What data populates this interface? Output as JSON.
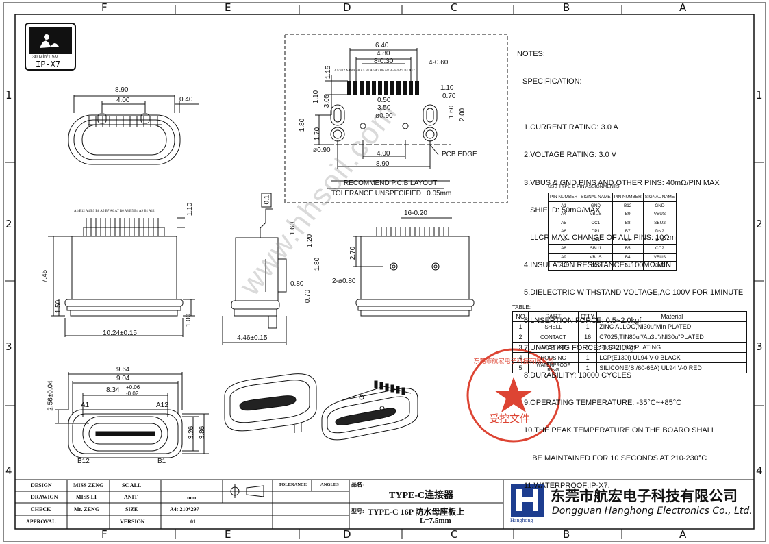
{
  "zones_top": [
    "F",
    "E",
    "D",
    "C",
    "B",
    "A"
  ],
  "zones_side": [
    "1",
    "2",
    "3",
    "4"
  ],
  "logo": {
    "line1": "30 Min/1.5M",
    "line2": "IP-X7"
  },
  "notes": {
    "header": "NOTES:",
    "spec": "SPECIFICATION:",
    "items": [
      "1.CURRENT RATING: 3.0 A",
      "2.VOLTAGE RATING: 3.0 V",
      "3.VBUS & GND PINS AND OTHER PINS: 40mΩ/PIN MAX",
      "   SHIELD: 50mΩ/MAX",
      "   LLCR MAX. CHANGE OF ALL PINS: 10Ωm",
      "4.INSULATION RESISTANCE:  100MΩ MIN",
      "5.DIELECTRIC WITHSTAND VOLTAGE,AC 100V FOR 1MINUTE",
      "6.LNSERTION FORCE: 0.5~2.0kgf",
      "7.UNMATING FORCE: 0.8-2.0kgf",
      "8.DURABILITY: 10000 CYCLES",
      "9.OPERATING TEMPERATURE: -35°C~+85°C",
      "10.THE PEAK TEMPERATURE ON THE BOARO SHALL",
      "    BE MAINTAINED FOR 10 SECONDS AT 210-230°C",
      "11.WATERPROOF:IP-X7."
    ]
  },
  "pin_table": {
    "title": "USB TYPE C PIN ASSIGNMENTS",
    "headers": [
      "PIN NUMBER",
      "SIGNAL NAME",
      "PIN NUMBER",
      "SIGNAL NAME"
    ],
    "rows": [
      [
        "A1",
        "GND",
        "B12",
        "GND"
      ],
      [
        "A4",
        "VBUS",
        "B9",
        "VBUS"
      ],
      [
        "A5",
        "CC1",
        "B8",
        "SBU2"
      ],
      [
        "A6",
        "DP1",
        "B7",
        "DN2"
      ],
      [
        "A7",
        "DN1",
        "B6",
        "DP2"
      ],
      [
        "A8",
        "SBU1",
        "B5",
        "CC2"
      ],
      [
        "A9",
        "VBUS",
        "B4",
        "VBUS"
      ],
      [
        "A12",
        "GND",
        "B1",
        "GND"
      ]
    ]
  },
  "material_table": {
    "title": "TABLE:",
    "headers": [
      "NO",
      "PART",
      "Q'TY",
      "Material"
    ],
    "rows": [
      [
        "1",
        "SHELL",
        "1",
        "ZINC  ALLOG,NI30u\"Min  PLATED"
      ],
      [
        "2",
        "CONTACT",
        "16",
        "C7025,TIN80u\"/Au3u\"/NI30u\"PLATED"
      ],
      [
        "3",
        "MID PLATE",
        "1",
        "SUS301,NO  PLATING"
      ],
      [
        "4",
        "HOUSING",
        "1",
        "LCP(E130i)  UL94  V-0  BLACK"
      ],
      [
        "5",
        "WATERPROOF RING",
        "1",
        "SILICONE(SI/60-65A)  UL94  V-0  RED"
      ]
    ]
  },
  "pcb_layout": {
    "title": "RECOMMEND P.C.B LAYOUT",
    "tolerance": "TOLERANCE  UNSPECIFIED ±0.05mm",
    "edge": "PCB EDGE",
    "dims": [
      "6.40",
      "4.80",
      "8-0.30",
      "4-0.60",
      "1.15",
      "1.10",
      "3.05",
      "1.10",
      "0.70",
      "0.50",
      "3.50",
      "ø0.90",
      "1.60",
      "2.00",
      "1.80",
      "1.70",
      "ø0.90",
      "4.00",
      "8.90"
    ],
    "pin_row": "A1/B12 A4/B9 B8 A5 B7 A6 A7 B6 A8 B5 B4 A9 B1 A12"
  },
  "top_view": {
    "dims": [
      "8.90",
      "4.00",
      "0.40"
    ]
  },
  "front_view": {
    "dims": [
      "1.10",
      "7.45",
      "1.50",
      "1.00",
      "10.24±0.15"
    ],
    "pin_row": "A1/B12 A4/B9 B8 A5 B7 A6 A7 B6 A8 B5 B4 A9 B1 A12"
  },
  "side_view": {
    "dims": [
      "0.1",
      "1.60",
      "1.20",
      "1.80",
      "0.80",
      "0.70",
      "4.46±0.15"
    ]
  },
  "rear_view": {
    "dims": [
      "16-0.20",
      "2.70",
      "2-ø0.80"
    ]
  },
  "mouth_view": {
    "dims": [
      "9.64",
      "9.04",
      "8.34",
      "+0.06",
      "-0.02",
      "2.56±0.04",
      "3.26",
      "3.86"
    ],
    "labels": [
      "A1",
      "A12",
      "B12",
      "B1"
    ]
  },
  "watermark": "www.hhsoil.com",
  "stamp": {
    "ring": "东莞市航宏电子科技有限公司",
    "center": "受控文件"
  },
  "title_block": {
    "design": "DESIGN",
    "design_by": "MISS ZENG",
    "scale_label": "SC ALL",
    "drawn": "DRAWIGN",
    "drawn_by": "MISS LI",
    "unit_label": "ANIT",
    "unit": "mm",
    "check": "CHECK",
    "check_by": "Mr. ZENG",
    "size_label": "SIZE",
    "size": "A4: 210*297",
    "approval": "APPROVAL",
    "version_label": "VERSION",
    "version": "01",
    "tolerance": "TOLERANCE",
    "angles": "ANGLES",
    "name_label": "品名:",
    "name": "TYPE-C连接器",
    "model_label": "型号:",
    "model": "TYPE-C 16P 防水母座板上",
    "model2": "L=7.5mm",
    "company_cn": "东莞市航宏电子科技有限公司",
    "company_en": "Dongguan Hanghong Electronics Co., Ltd.",
    "logo_text": "Hanghong"
  }
}
